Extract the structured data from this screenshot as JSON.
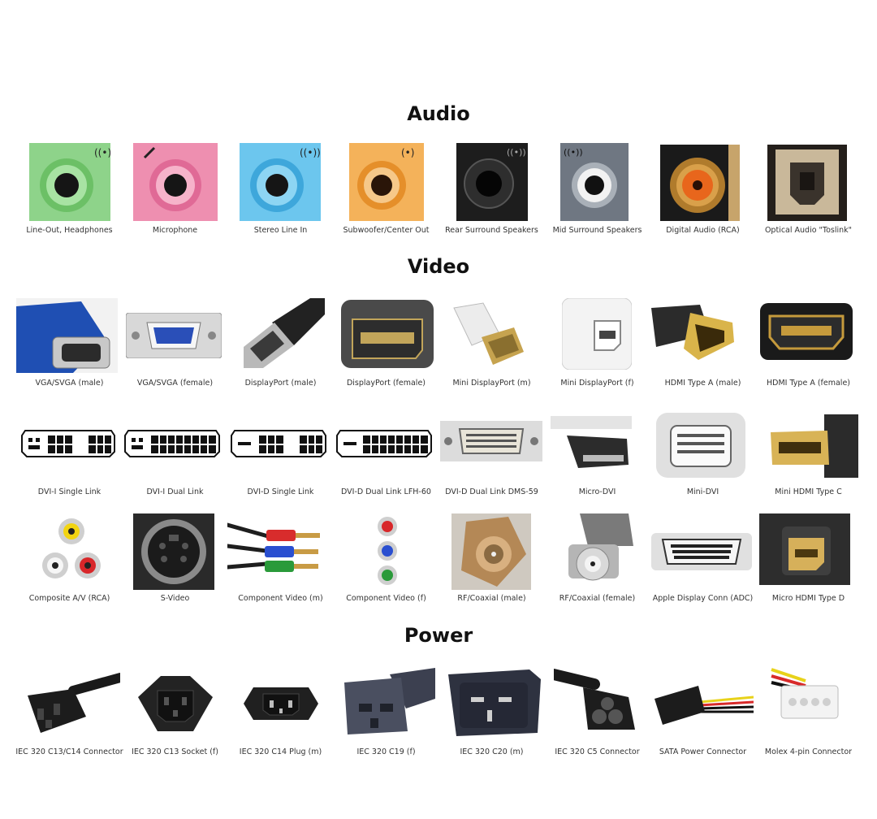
{
  "sections": {
    "audio": "Audio",
    "video": "Video",
    "power": "Power"
  },
  "audio_items": [
    {
      "label": "Line-Out, Headphones",
      "icon": "audio-jack-green-icon",
      "color": "#8ed38a"
    },
    {
      "label": "Microphone",
      "icon": "audio-jack-pink-icon",
      "color": "#ee8fb0"
    },
    {
      "label": "Stereo Line In",
      "icon": "audio-jack-blue-icon",
      "color": "#6cc6ee"
    },
    {
      "label": "Subwoofer/Center Out",
      "icon": "audio-jack-orange-icon",
      "color": "#f4b25a"
    },
    {
      "label": "Rear Surround Speakers",
      "icon": "audio-jack-black-icon",
      "color": "#1d1d1d"
    },
    {
      "label": "Mid Surround Speakers",
      "icon": "audio-jack-gray-icon",
      "color": "#8e959e"
    },
    {
      "label": "Digital Audio (RCA)",
      "icon": "rca-orange-jack-icon",
      "color": "#e8661c"
    },
    {
      "label": "Optical Audio \"Toslink\"",
      "icon": "toslink-port-icon",
      "color": "#c9b89a"
    }
  ],
  "video_row1": [
    {
      "label": "VGA/SVGA (male)",
      "icon": "vga-male-connector-icon"
    },
    {
      "label": "VGA/SVGA (female)",
      "icon": "vga-female-port-icon"
    },
    {
      "label": "DisplayPort (male)",
      "icon": "displayport-male-connector-icon"
    },
    {
      "label": "DisplayPort (female)",
      "icon": "displayport-female-port-icon"
    },
    {
      "label": "Mini DisplayPort (m)",
      "icon": "mini-displayport-male-icon"
    },
    {
      "label": "Mini DisplayPort (f)",
      "icon": "mini-displayport-female-icon"
    },
    {
      "label": "HDMI Type A (male)",
      "icon": "hdmi-male-connector-icon"
    },
    {
      "label": "HDMI Type A (female)",
      "icon": "hdmi-female-port-icon"
    }
  ],
  "video_row2": [
    {
      "label": "DVI-I Single Link",
      "icon": "dvi-i-single-link-icon"
    },
    {
      "label": "DVI-I Dual Link",
      "icon": "dvi-i-dual-link-icon"
    },
    {
      "label": "DVI-D Single Link",
      "icon": "dvi-d-single-link-icon"
    },
    {
      "label": "DVI-D Dual Link LFH-60",
      "icon": "dvi-d-dual-link-lfh60-icon"
    },
    {
      "label": "DVI-D Dual Link DMS-59",
      "icon": "dms-59-port-icon"
    },
    {
      "label": "Micro-DVI",
      "icon": "micro-dvi-connector-icon"
    },
    {
      "label": "Mini-DVI",
      "icon": "mini-dvi-port-icon"
    },
    {
      "label": "Mini HDMI Type C",
      "icon": "mini-hdmi-connector-icon"
    }
  ],
  "video_row3": [
    {
      "label": "Composite A/V (RCA)",
      "icon": "composite-rca-jacks-icon"
    },
    {
      "label": "S-Video",
      "icon": "s-video-port-icon"
    },
    {
      "label": "Component Video (m)",
      "icon": "component-video-cables-icon"
    },
    {
      "label": "Component Video (f)",
      "icon": "component-video-jacks-icon"
    },
    {
      "label": "RF/Coaxial (male)",
      "icon": "coaxial-male-connector-icon"
    },
    {
      "label": "RF/Coaxial (female)",
      "icon": "coaxial-female-jack-icon"
    },
    {
      "label": "Apple Display Conn (ADC)",
      "icon": "adc-port-icon"
    },
    {
      "label": "Micro HDMI Type D",
      "icon": "micro-hdmi-connector-icon"
    }
  ],
  "power_items": [
    {
      "label": "IEC 320 C13/C14 Connector",
      "icon": "iec-c13-cable-icon"
    },
    {
      "label": "IEC 320 C13 Socket (f)",
      "icon": "iec-c13-socket-icon"
    },
    {
      "label": "IEC 320 C14 Plug (m)",
      "icon": "iec-c14-plug-icon"
    },
    {
      "label": "IEC 320 C19 (f)",
      "icon": "iec-c19-connector-icon"
    },
    {
      "label": "IEC 320 C20 (m)",
      "icon": "iec-c20-connector-icon"
    },
    {
      "label": "IEC 320 C5 Connector",
      "icon": "iec-c5-connector-icon"
    },
    {
      "label": "SATA Power Connector",
      "icon": "sata-power-connector-icon"
    },
    {
      "label": "Molex 4-pin Connector",
      "icon": "molex-4pin-connector-icon"
    }
  ]
}
